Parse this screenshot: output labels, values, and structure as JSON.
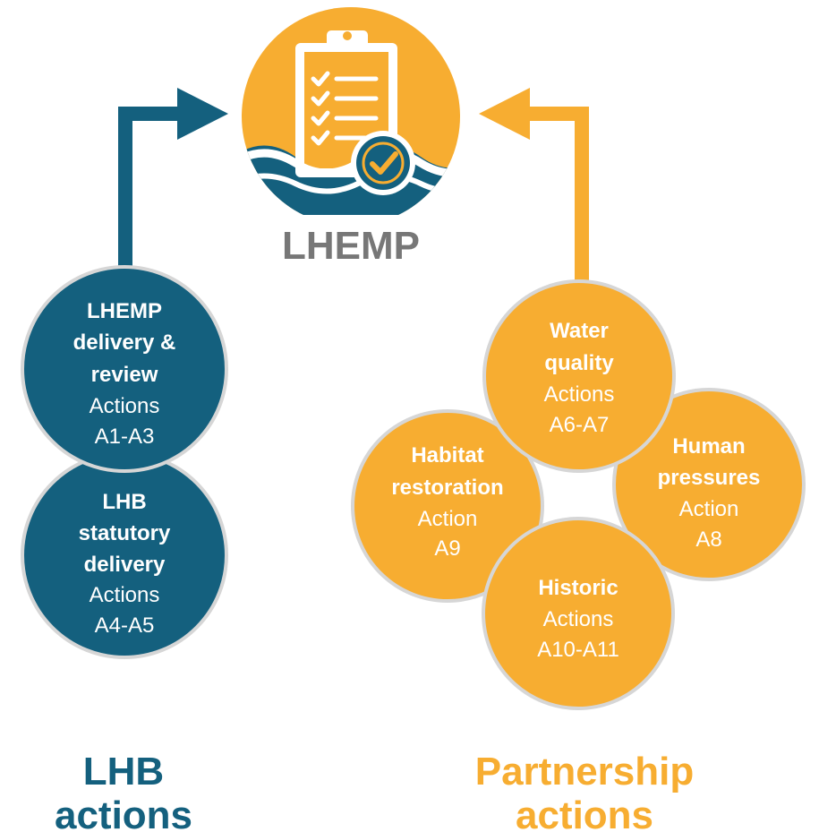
{
  "colors": {
    "navy": "#14607e",
    "orange": "#f7ad31",
    "gray": "#777777",
    "circle_border": "#d6d6d6"
  },
  "logo": {
    "label": "LHEMP",
    "icon": "clipboard-checklist-icon"
  },
  "left_group": {
    "title_line1": "LHB",
    "title_line2": "actions",
    "circles": [
      {
        "lines": [
          "LHEMP",
          "delivery &",
          "review"
        ],
        "sub": [
          "Actions",
          "A1-A3"
        ]
      },
      {
        "lines": [
          "LHB",
          "statutory",
          "delivery"
        ],
        "sub": [
          "Actions",
          "A4-A5"
        ]
      }
    ]
  },
  "right_group": {
    "title_line1": "Partnership",
    "title_line2": "actions",
    "circles": [
      {
        "lines": [
          "Water",
          "quality"
        ],
        "sub": [
          "Actions",
          "A6-A7"
        ]
      },
      {
        "lines": [
          "Habitat",
          "restoration"
        ],
        "sub": [
          "Action",
          "A9"
        ]
      },
      {
        "lines": [
          "Human",
          "pressures"
        ],
        "sub": [
          "Action",
          "A8"
        ]
      },
      {
        "lines": [
          "Historic"
        ],
        "sub": [
          "Actions",
          "A10-A11"
        ]
      }
    ]
  }
}
